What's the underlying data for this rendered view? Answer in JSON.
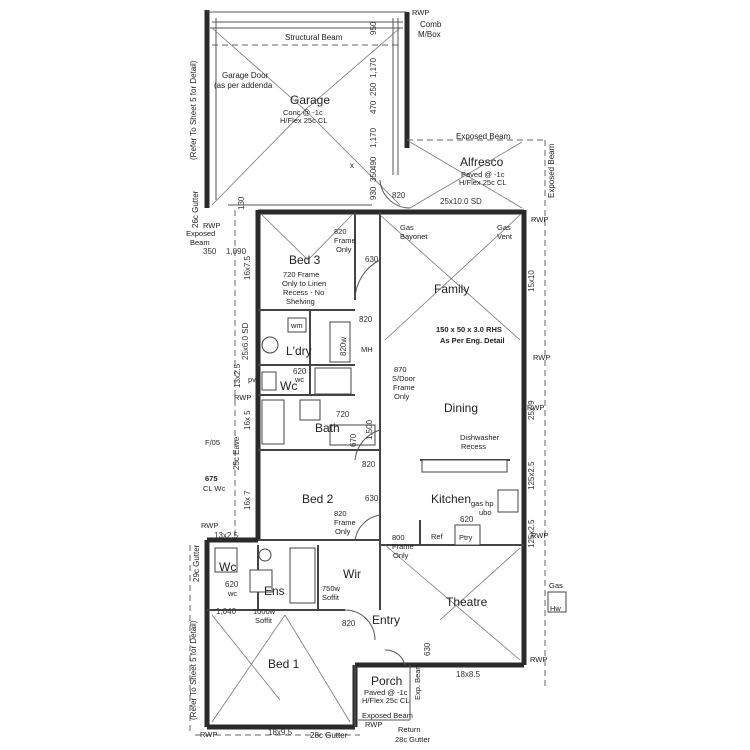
{
  "rooms": {
    "garage": {
      "name": "Garage",
      "sub1": "Conc @ -1c",
      "sub2": "H/Flex 25c CL"
    },
    "alfresco": {
      "name": "Alfresco",
      "sub1": "Paved @ -1c",
      "sub2": "H/Flex  25c CL"
    },
    "bed3": "Bed 3",
    "family": "Family",
    "laundry": "L'dry",
    "wc_main": "Wc",
    "bath": "Bath",
    "dining": "Dining",
    "bed2": "Bed 2",
    "kitchen": "Kitchen",
    "wc_ens": "Wc",
    "ens": "Ens",
    "wir": "Wir",
    "theatre": "Theatre",
    "entry": "Entry",
    "bed1": "Bed 1",
    "porch": {
      "name": "Porch",
      "sub1": "Paved @ -1c",
      "sub2": "H/Flex  25c CL"
    }
  },
  "labels": {
    "structural_beam": "Structural Beam",
    "garage_door_1": "Garage Door",
    "garage_door_2": "(as per addenda",
    "exposed_beam_top": "Exposed Beam",
    "exposed_beam_right": "Exposed Beam",
    "exposed_beam_left_1": "Exposed",
    "exposed_beam_left_2": "Beam",
    "exposed_beam_bottom": "Exposed Beam",
    "comb_1": "Comb",
    "comb_2": "M/Box",
    "rwp": "RWP",
    "refer_top": "(Refer To Sheet 5 for Detail)",
    "refer_bottom": "(Refer To Sheet 5 for Detail)",
    "gutter_26c": "26c Gutter",
    "gutter_29c": "29c Gutter",
    "gutter_28c": "28c Gutter",
    "gas_bayonet_1": "Gas",
    "gas_bayonet_2": "Bayonet",
    "gas_vent_1": "Gas",
    "gas_vent_2": "Vent",
    "frame_only_bed3_1": "820",
    "frame_only_bed3_2": "Frame",
    "frame_only_bed3_3": "Only",
    "linen_note_1": "720 Frame",
    "linen_note_2": "Only to Linen",
    "linen_note_3": "Recess - No",
    "linen_note_4": "Shelving",
    "rhs_1": "150 x 50 x 3.0 RHS",
    "rhs_2": "As Per Eng. Detail",
    "sdoor_1": "870",
    "sdoor_2": "S/Door",
    "sdoor_3": "Frame",
    "sdoor_4": "Only",
    "dishwasher_1": "Dishwasher",
    "dishwasher_2": "Recess",
    "gas_hp": "gas hp",
    "ubo": "ubo",
    "ref": "Ref",
    "ptry": "Ptry",
    "frame_bed2_1": "820",
    "frame_bed2_2": "Frame",
    "frame_bed2_3": "Only",
    "frame_entry_1": "800",
    "frame_entry_2": "Frame",
    "frame_entry_3": "Only",
    "soffit_750_1": "750w",
    "soffit_750_2": "Soffit",
    "soffit_1000_1": "1000w",
    "soffit_1000_2": "Soffit",
    "gas_hw_1": "Gas",
    "gas_hw_2": "Hw",
    "return_1": "Return",
    "return_2": "28c Gutter",
    "exp_beam_porch": "Exp. Beam",
    "wm": "wm",
    "mh": "MH",
    "pv": "pv",
    "wc_small_1": "wc",
    "wc_small_2": "wc",
    "cl_wc_1": "675",
    "cl_wc_2": "CL Wc",
    "eave": "25c Eave",
    "fe": "F/05",
    "x_mark": "x"
  },
  "dims": {
    "d950": "950",
    "d1170a": "1,170",
    "d250": "250",
    "d470": "470",
    "d1170b": "1,170",
    "d490": "490",
    "d350": "350",
    "d930": "930",
    "d820_alf": "820",
    "sd": "25x10.0 SD",
    "d130": "130",
    "d350b": "350",
    "d1090": "1,090",
    "d630a": "630",
    "d820_bed3": "820",
    "d820w": "820w",
    "d620_wc": "620",
    "d720": "720",
    "d1500": "1,500",
    "d670": "670",
    "d820_bath": "820",
    "d630b": "630",
    "d620_k": "620",
    "d630c": "630",
    "d620_ens": "620",
    "d820_entry": "820",
    "d1040": "1,040",
    "d16x75": "16x7.5",
    "d25x60": "25x6.0 SD",
    "d13x25a": "13x2.5",
    "d16x5": "16x 5",
    "d16x7": "16x 7",
    "d15x10": "15x10",
    "d25x9": "25x 9",
    "d125x25a": "125x2.5",
    "d125x25b": "125x2.5",
    "d13x25b": "13x2.5",
    "d18x95": "18x9.5",
    "d18x85": "18x8.5"
  }
}
